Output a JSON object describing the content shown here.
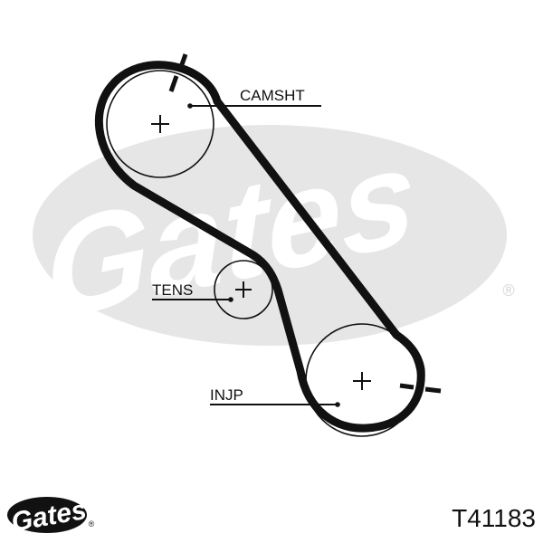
{
  "labels": {
    "camshaft": "CAMSHT",
    "tensioner": "TENS",
    "injection_pump": "INJP"
  },
  "part_number": "T41183",
  "brand_logo_text": "Gates",
  "registered_mark": "®",
  "colors": {
    "belt": "#111111",
    "watermark": "#e6e6e6",
    "text": "#111111"
  }
}
